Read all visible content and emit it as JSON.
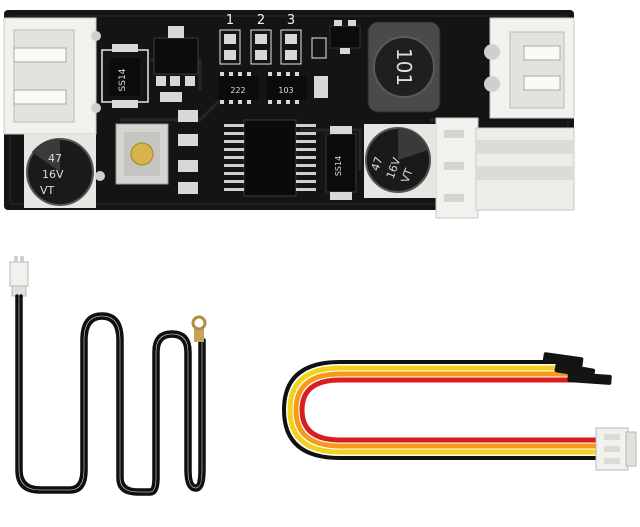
{
  "board": {
    "pad_labels": [
      "1",
      "2",
      "3"
    ],
    "diode_left": "SS14",
    "diode_right": "SS14",
    "resistor_1": "222",
    "resistor_2": "103",
    "inductor": "101",
    "cap_left": {
      "value": "47",
      "voltage": "16V",
      "series": "VT"
    },
    "cap_right": {
      "value": "47",
      "voltage": "16V",
      "series": "VT"
    }
  },
  "colors": {
    "pcb": "#141414",
    "connector": "#f1f1ee",
    "pad": "#d8d8d8",
    "wire_black": "#101010",
    "wire_red": "#d81e1e",
    "wire_orange": "#f59a1a",
    "wire_yellow": "#f2d21c"
  }
}
